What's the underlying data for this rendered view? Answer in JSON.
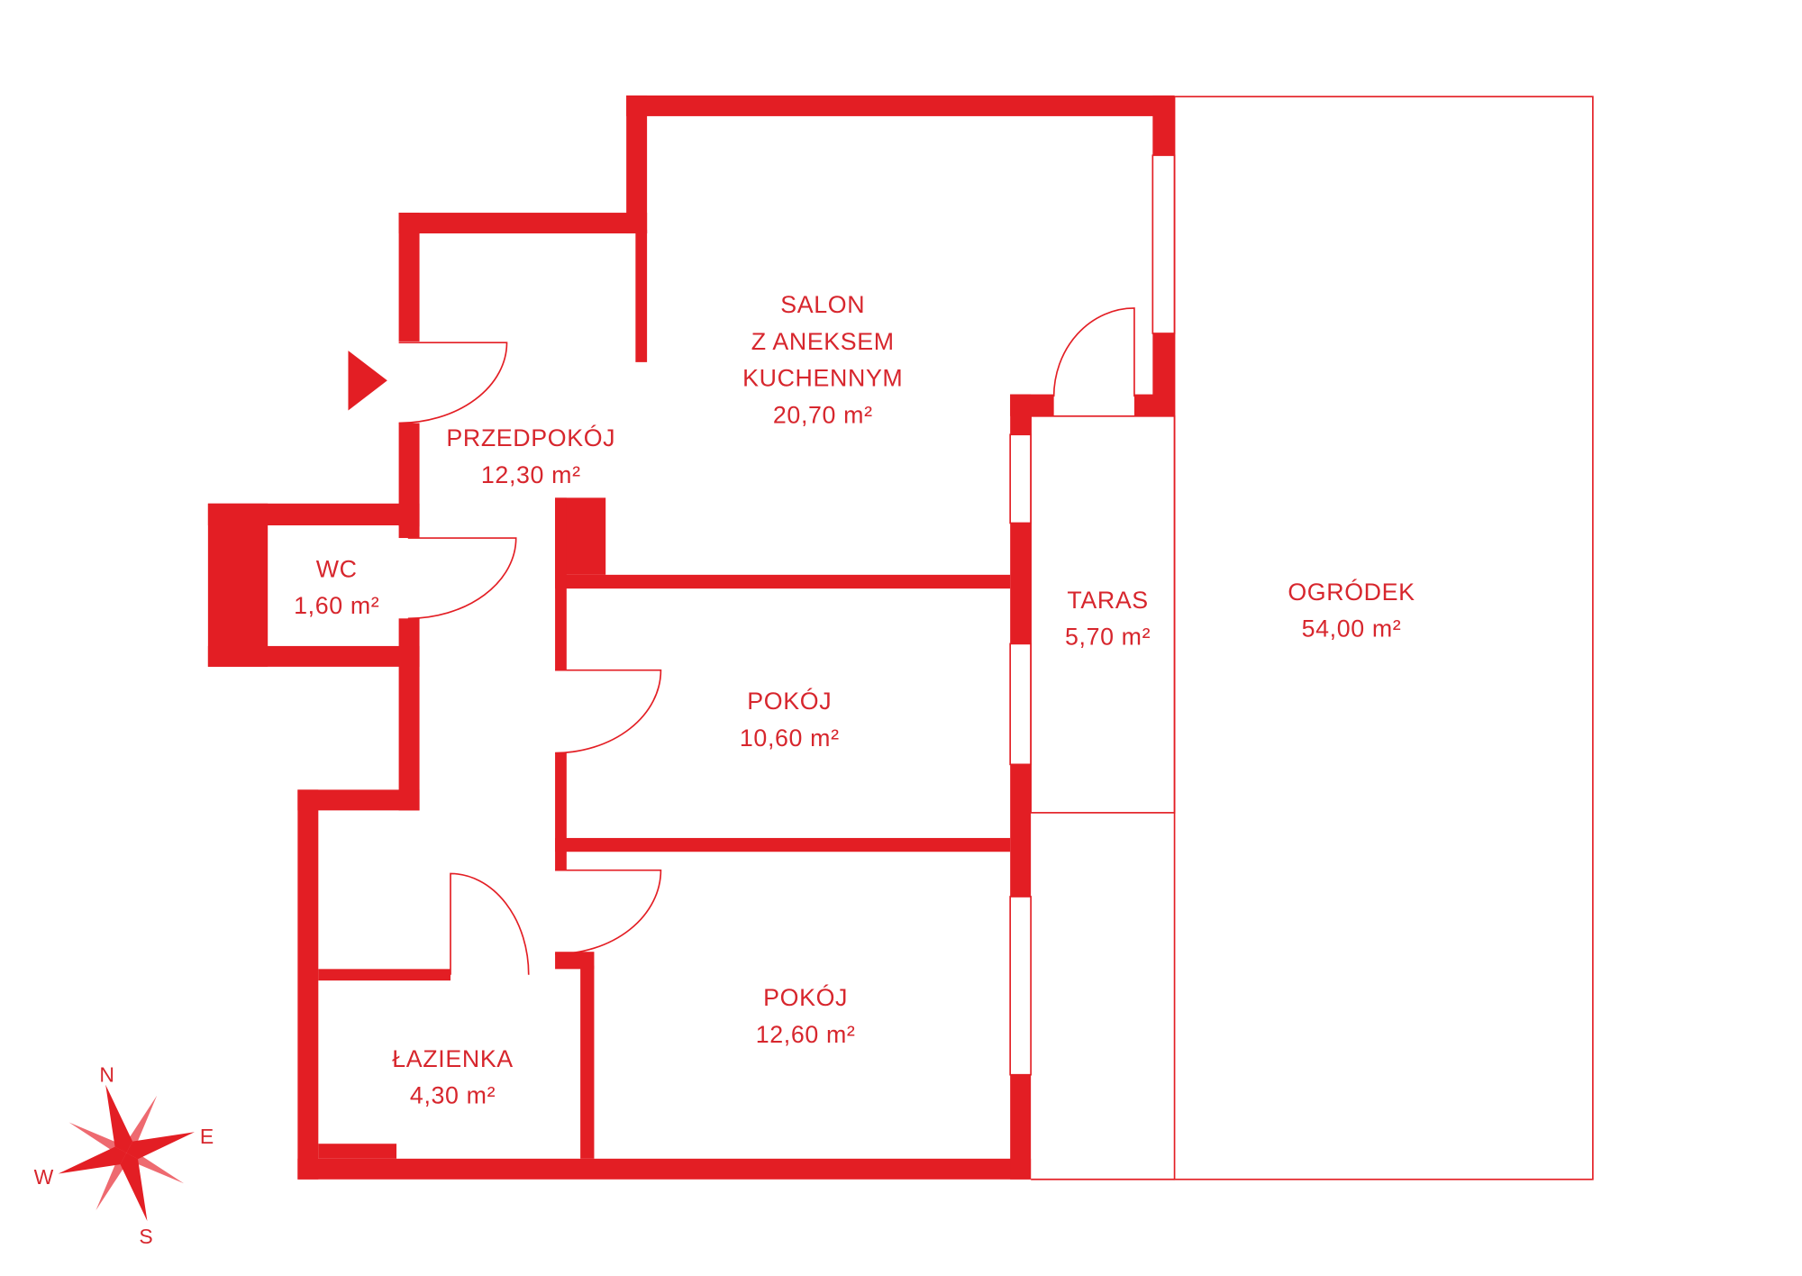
{
  "colors": {
    "wall": "#e31e24",
    "compass_light": "#ee6a70"
  },
  "rooms": [
    {
      "id": "salon",
      "lines": [
        "SALON",
        "Z ANEKSEM",
        "KUCHENNYM"
      ],
      "area": "20,70 m²"
    },
    {
      "id": "przedpokoj",
      "lines": [
        "PRZEDPOKÓJ"
      ],
      "area": "12,30 m²"
    },
    {
      "id": "wc",
      "lines": [
        "WC"
      ],
      "area": "1,60 m²"
    },
    {
      "id": "taras",
      "lines": [
        "TARAS"
      ],
      "area": "5,70 m²"
    },
    {
      "id": "ogrodek",
      "lines": [
        "OGRÓDEK"
      ],
      "area": "54,00 m²"
    },
    {
      "id": "pokoj1",
      "lines": [
        "POKÓJ"
      ],
      "area": "10,60 m²"
    },
    {
      "id": "pokoj2",
      "lines": [
        "POKÓJ"
      ],
      "area": "12,60 m²"
    },
    {
      "id": "lazienka",
      "lines": [
        "ŁAZIENKA"
      ],
      "area": "4,30 m²"
    }
  ],
  "compass": {
    "n": "N",
    "e": "E",
    "s": "S",
    "w": "W"
  },
  "icons": {
    "entrance": "entrance-arrow-icon",
    "compass": "compass-rose-icon"
  }
}
